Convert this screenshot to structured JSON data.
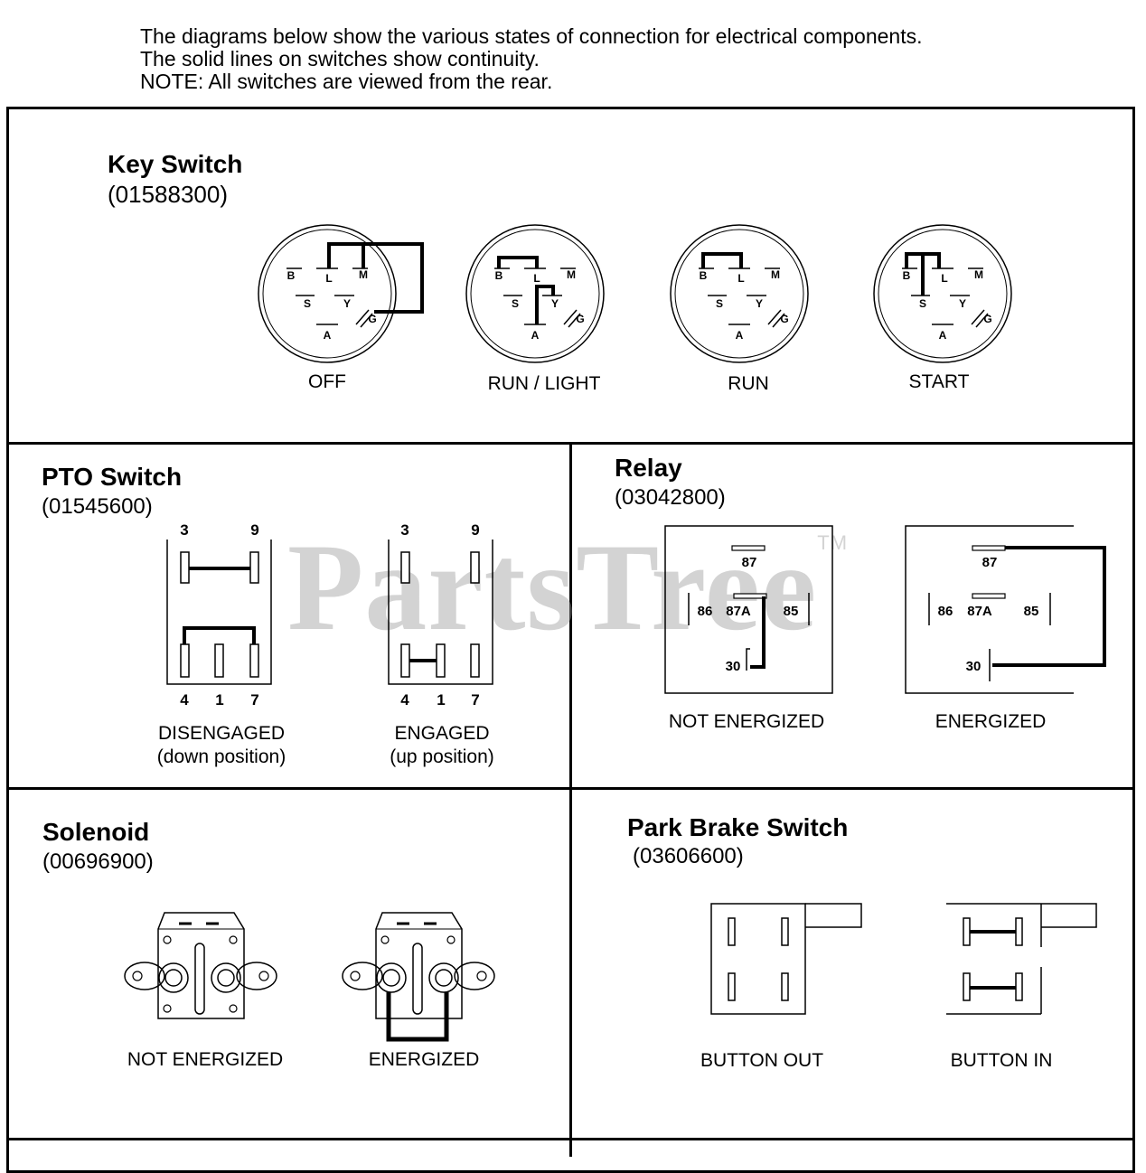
{
  "intro": {
    "line1": "The diagrams below show the various states of connection for electrical components.",
    "line2": "The solid lines on switches show continuity.",
    "line3": "NOTE:  All switches are viewed from the rear."
  },
  "key_switch": {
    "title": "Key Switch",
    "part": "(01588300)",
    "terminals": {
      "b": "B",
      "l": "L",
      "m": "M",
      "s": "S",
      "y": "Y",
      "g": "G",
      "a": "A"
    },
    "states": [
      "OFF",
      "RUN / LIGHT",
      "RUN",
      "START"
    ]
  },
  "pto_switch": {
    "title": "PTO Switch",
    "part": "(01545600)",
    "top_pins": [
      "3",
      "9"
    ],
    "bottom_pins": [
      "4",
      "1",
      "7"
    ],
    "states": [
      {
        "name": "DISENGAGED",
        "note": "(down position)"
      },
      {
        "name": "ENGAGED",
        "note": "(up position)"
      }
    ]
  },
  "relay": {
    "title": "Relay",
    "part": "(03042800)",
    "terminals": {
      "t87": "87",
      "t86": "86",
      "t87a": "87A",
      "t85": "85",
      "t30": "30"
    },
    "states": [
      "NOT ENERGIZED",
      "ENERGIZED"
    ]
  },
  "solenoid": {
    "title": "Solenoid",
    "part": "(00696900)",
    "states": [
      "NOT ENERGIZED",
      "ENERGIZED"
    ]
  },
  "park_brake": {
    "title": "Park Brake Switch",
    "part": "(03606600)",
    "states": [
      "BUTTON OUT",
      "BUTTON IN"
    ]
  },
  "watermark": {
    "text": "PartsTree",
    "tm": "TM"
  }
}
